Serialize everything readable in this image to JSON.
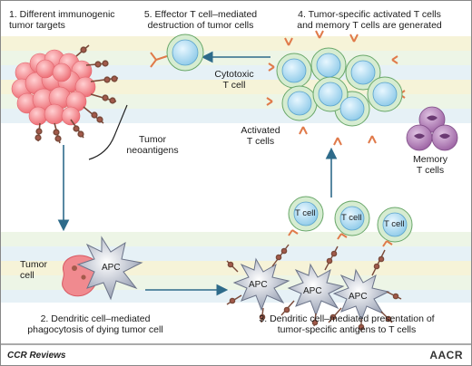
{
  "steps": {
    "s1": "1. Different immunogenic\ntumor targets",
    "s2": "2. Dendritic cell–mediated\nphagocytosis of dying tumor cell",
    "s3": "3. Dendritic cell–mediated presentation of\ntumor-specific antigens to T cells",
    "s4": "4. Tumor-specific activated T cells\nand memory T cells are generated",
    "s5": "5. Effector T cell–mediated\ndestruction of tumor cells"
  },
  "labels": {
    "tumor_neoantigens": "Tumor\nneoantigens",
    "cytotoxic_t_cell": "Cytotoxic\nT cell",
    "activated_t_cells": "Activated\nT cells",
    "memory_t_cells": "Memory\nT cells",
    "tumor_cell": "Tumor\ncell",
    "apc": "APC",
    "t_cell": "T cell"
  },
  "footer": {
    "left": "CCR Reviews",
    "right": "AACR"
  },
  "colors": {
    "tumor": "#f08a8f",
    "tcell_fill": "#d6ecd1",
    "tcell_nucleus": "#a8d6ef",
    "memory": "#b07bb5",
    "apc": "#9aa4b7",
    "arrow": "#2e6b8a",
    "receptor": "#e07a4a"
  }
}
